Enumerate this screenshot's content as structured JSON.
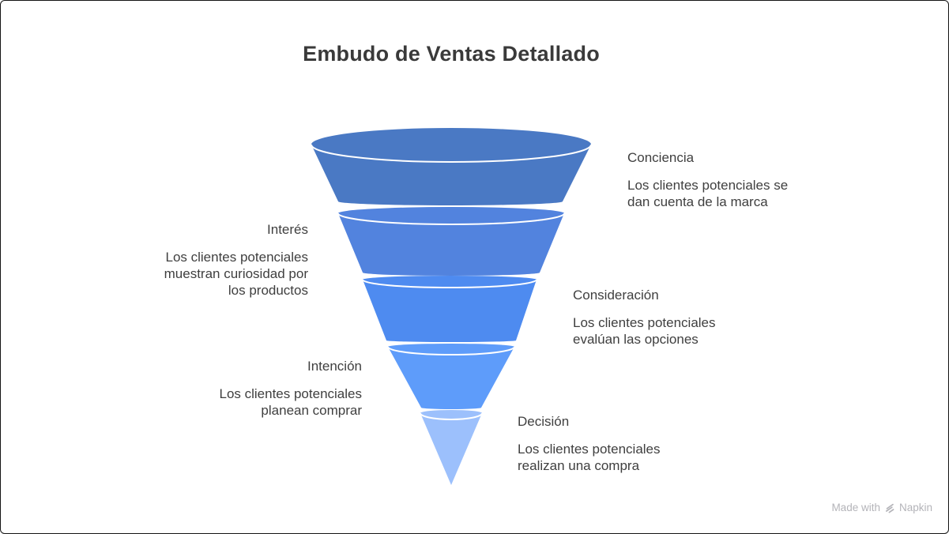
{
  "title": "Embudo de Ventas Detallado",
  "funnel": {
    "stages": [
      {
        "label": "Conciencia",
        "description_lines": [
          "Los clientes potenciales se",
          "dan cuenta de la marca"
        ],
        "color": "#4a79c4",
        "side": "right"
      },
      {
        "label": "Interés",
        "description_lines": [
          "Los clientes potenciales",
          "muestran curiosidad por",
          "los productos"
        ],
        "color": "#5283de",
        "side": "left"
      },
      {
        "label": "Consideración",
        "description_lines": [
          "Los clientes potenciales",
          "evalúan las opciones"
        ],
        "color": "#4e8bf0",
        "side": "right"
      },
      {
        "label": "Intención",
        "description_lines": [
          "Los clientes potenciales",
          "planean comprar"
        ],
        "color": "#5e9cfa",
        "side": "left"
      },
      {
        "label": "Decisión",
        "description_lines": [
          "Los clientes potenciales",
          "realizan una compra"
        ],
        "color": "#9cc0fc",
        "side": "right"
      }
    ]
  },
  "watermark": {
    "prefix": "Made with",
    "brand": "Napkin"
  }
}
